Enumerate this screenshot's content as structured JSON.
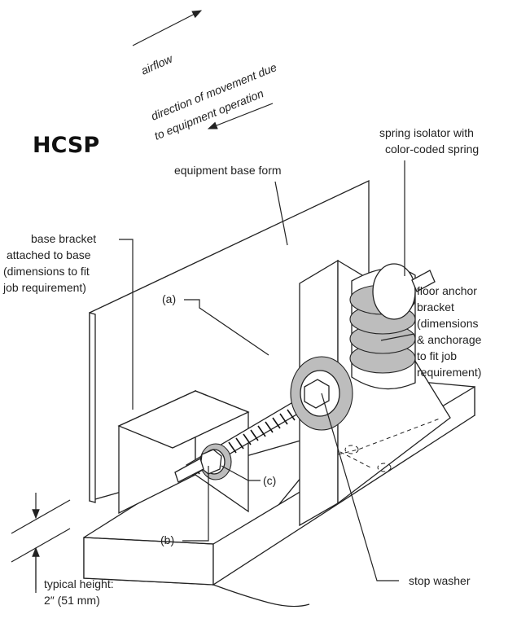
{
  "title": "HCSP",
  "airflow_label": "airflow",
  "movement_label": [
    "direction of  movement due",
    "to equipment operation"
  ],
  "labels": {
    "spring_isolator": [
      "spring isolator with",
      "color-coded spring"
    ],
    "equipment_base_form": "equipment base form",
    "base_bracket": [
      "base bracket",
      "attached to base",
      "(dimensions to fit",
      "job requirement)"
    ],
    "a": "(a)",
    "b": "(b)",
    "c": "(c)",
    "floor_anchor": [
      "floor anchor",
      "bracket",
      "(dimensions",
      "& anchorage",
      "to fit job",
      "requirement)"
    ],
    "stop_washer": "stop washer",
    "typical_height": [
      "typical height:",
      "2″ (51 mm)"
    ]
  }
}
